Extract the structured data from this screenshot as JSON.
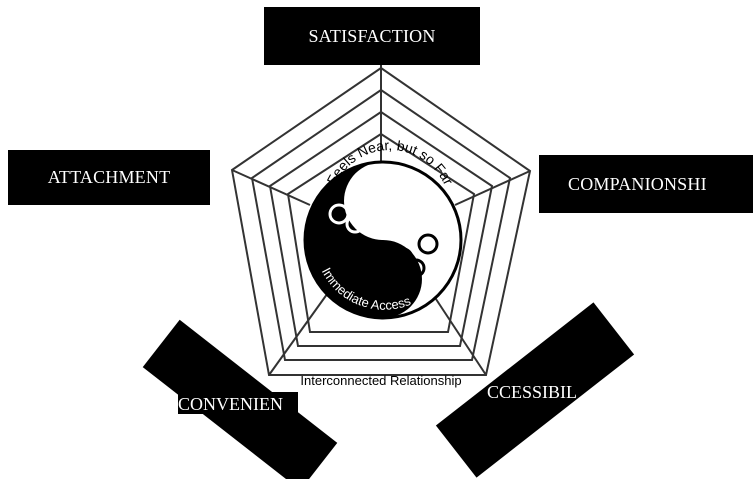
{
  "boxes": {
    "satisfaction": "SATISFACTION",
    "attachment": "ATTACHMENT",
    "companionship": "COMPANIONSHI",
    "convenience": "CONVENIEN",
    "accessibility": "CCESSIBIL"
  },
  "center": {
    "top_arc": "Feels Near, but so Far",
    "bottom_arc": "Immediate Access",
    "base_label": "Interconnected Relationship"
  },
  "colors": {
    "box_bg": "#000000",
    "box_text": "#ffffff",
    "web_stroke": "#333333"
  }
}
